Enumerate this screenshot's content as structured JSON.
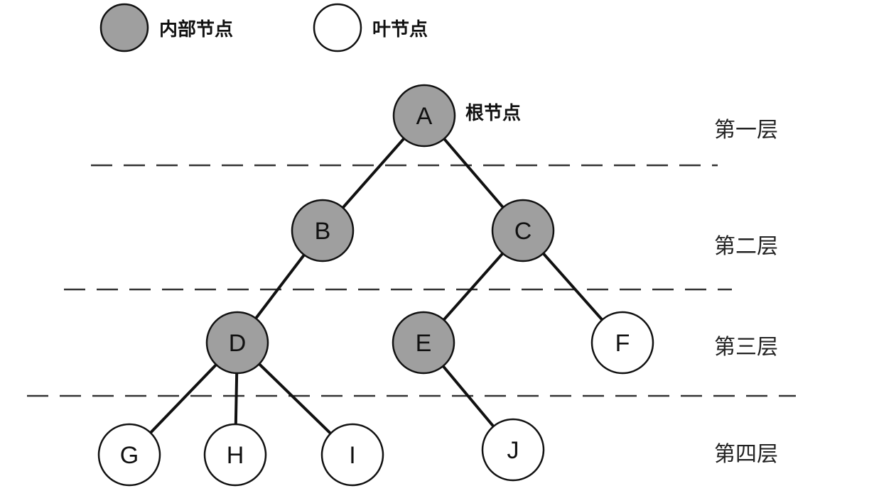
{
  "colors": {
    "internal_fill": "#9f9f9f",
    "leaf_fill": "#ffffff",
    "stroke": "#111111"
  },
  "legend": {
    "internal_label": "内部节点",
    "leaf_label": "叶节点"
  },
  "root_annotation": "根节点",
  "levels": [
    "第一层",
    "第二层",
    "第三层",
    "第四层"
  ],
  "nodes": [
    {
      "id": "A",
      "label": "A",
      "kind": "internal",
      "level": 1
    },
    {
      "id": "B",
      "label": "B",
      "kind": "internal",
      "level": 2
    },
    {
      "id": "C",
      "label": "C",
      "kind": "internal",
      "level": 2
    },
    {
      "id": "D",
      "label": "D",
      "kind": "internal",
      "level": 3
    },
    {
      "id": "E",
      "label": "E",
      "kind": "internal",
      "level": 3
    },
    {
      "id": "F",
      "label": "F",
      "kind": "leaf",
      "level": 3
    },
    {
      "id": "G",
      "label": "G",
      "kind": "leaf",
      "level": 4
    },
    {
      "id": "H",
      "label": "H",
      "kind": "leaf",
      "level": 4
    },
    {
      "id": "I",
      "label": "I",
      "kind": "leaf",
      "level": 4
    },
    {
      "id": "J",
      "label": "J",
      "kind": "leaf",
      "level": 4
    }
  ],
  "edges": [
    [
      "A",
      "B"
    ],
    [
      "A",
      "C"
    ],
    [
      "B",
      "D"
    ],
    [
      "C",
      "E"
    ],
    [
      "C",
      "F"
    ],
    [
      "D",
      "G"
    ],
    [
      "D",
      "H"
    ],
    [
      "D",
      "I"
    ],
    [
      "E",
      "J"
    ]
  ]
}
